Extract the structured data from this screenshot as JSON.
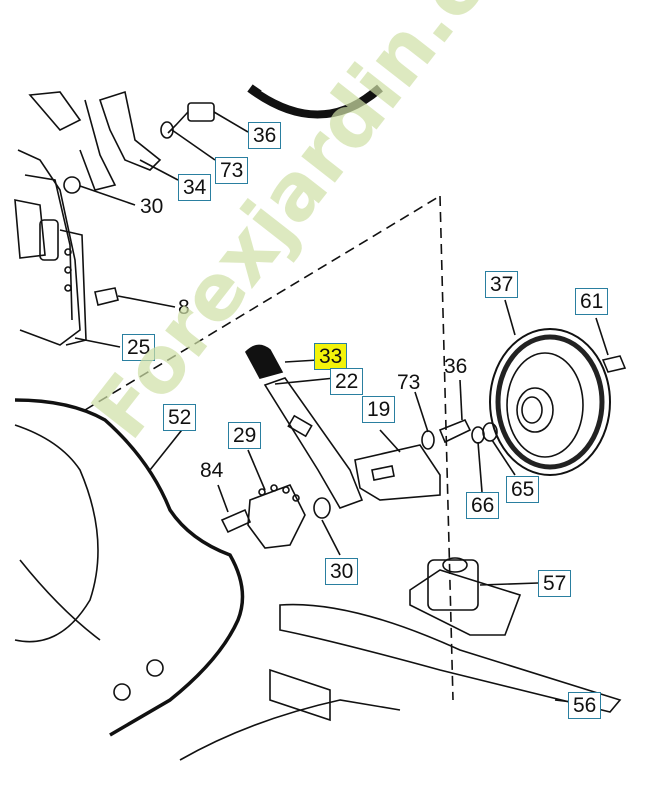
{
  "watermark": {
    "text": "Forexjardin.com"
  },
  "callouts": [
    {
      "id": "c36a",
      "text": "36"
    },
    {
      "id": "c73a",
      "text": "73"
    },
    {
      "id": "c34",
      "text": "34"
    },
    {
      "id": "c30a",
      "text": "30"
    },
    {
      "id": "c8",
      "text": "8"
    },
    {
      "id": "c25",
      "text": "25"
    },
    {
      "id": "c37",
      "text": "37"
    },
    {
      "id": "c61",
      "text": "61"
    },
    {
      "id": "c33",
      "text": "33"
    },
    {
      "id": "c22",
      "text": "22"
    },
    {
      "id": "c73b",
      "text": "73"
    },
    {
      "id": "c36b",
      "text": "36"
    },
    {
      "id": "c19",
      "text": "19"
    },
    {
      "id": "c52",
      "text": "52"
    },
    {
      "id": "c29",
      "text": "29"
    },
    {
      "id": "c84",
      "text": "84"
    },
    {
      "id": "c66",
      "text": "66"
    },
    {
      "id": "c65",
      "text": "65"
    },
    {
      "id": "c30b",
      "text": "30"
    },
    {
      "id": "c57",
      "text": "57"
    },
    {
      "id": "c56",
      "text": "56"
    }
  ],
  "highlight_color": "#f3f30a",
  "box_color": "#2a7fa0"
}
